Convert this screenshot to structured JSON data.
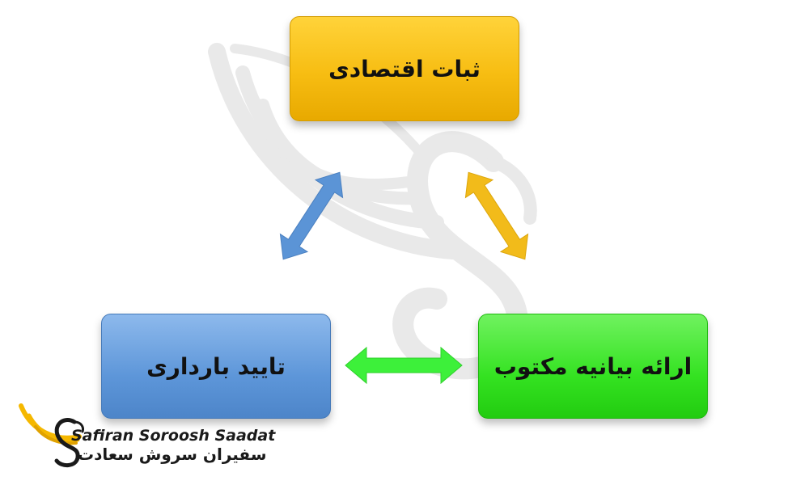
{
  "nodes": {
    "top": {
      "label": "ثبات اقتصادی",
      "color": "#f7bd12"
    },
    "left": {
      "label": "تایید بارداری",
      "color": "#5d96d9"
    },
    "right": {
      "label": "ارائه بیانیه مکتوب",
      "color": "#34e221"
    }
  },
  "edges": [
    {
      "from": "left",
      "to": "top",
      "style": "double-arrow",
      "color": "#5b94d6"
    },
    {
      "from": "top",
      "to": "right",
      "style": "double-arrow",
      "color": "#f2bb1a"
    },
    {
      "from": "left",
      "to": "right",
      "style": "double-arrow",
      "color": "#3df03a"
    }
  ],
  "logo": {
    "name_en": "Safiran Soroosh Saadat",
    "name_fa": "سفیران سروش سعادت",
    "icon": "wing-swan-logo-icon"
  },
  "watermark": {
    "icon": "wing-swan-watermark-icon"
  }
}
